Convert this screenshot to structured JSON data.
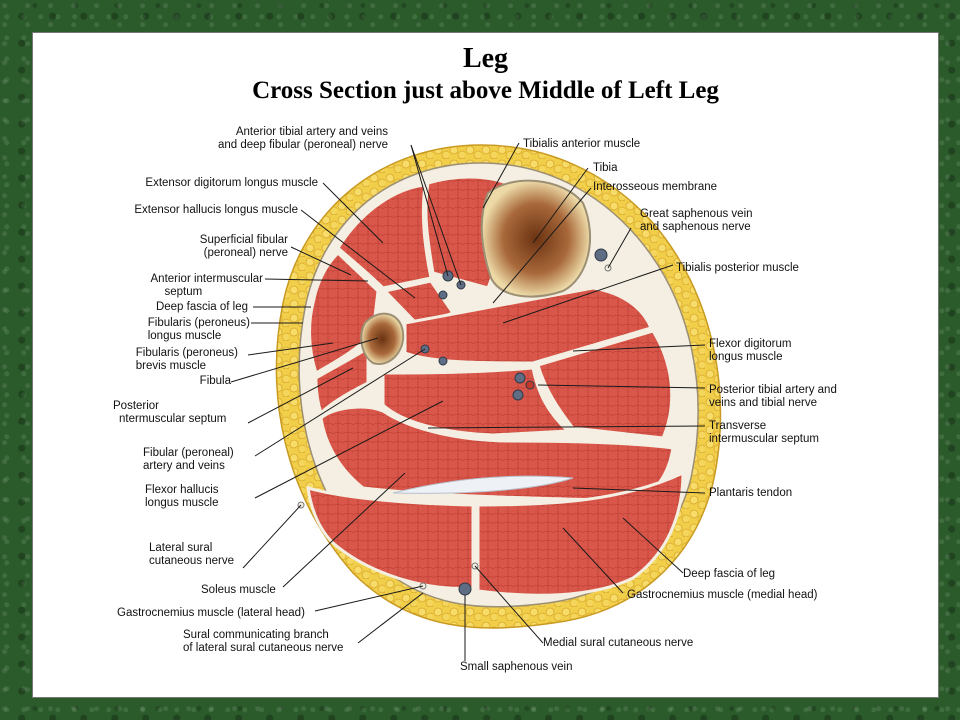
{
  "title": "Leg",
  "subtitle": "Cross Section just above Middle of Left Leg",
  "labels": {
    "anterior_tibial_artery": "Anterior tibial artery and veins",
    "anterior_tibial_artery_2": "and deep fibular (peroneal) nerve",
    "extensor_digitorum": "Extensor digitorum longus muscle",
    "extensor_hallucis": "Extensor hallucis longus muscle",
    "superficial_fibular_nerve": "Superficial fibular",
    "superficial_fibular_nerve_2": "(peroneal) nerve",
    "anterior_intermuscular_septum": "Anterior intermuscular",
    "anterior_intermuscular_septum_2": "septum",
    "deep_fascia_left": "Deep fascia of leg",
    "fibularis_longus": "Fibularis (peroneus)",
    "fibularis_longus_2": "longus muscle",
    "fibularis_brevis": "Fibularis (peroneus)",
    "fibularis_brevis_2": "brevis muscle",
    "fibula": "Fibula",
    "posterior_intermuscular_septum": "Posterior",
    "posterior_intermuscular_septum_2": "ntermuscular septum",
    "fibular_artery": "Fibular (peroneal)",
    "fibular_artery_2": "artery and veins",
    "flexor_hallucis": "Flexor hallucis",
    "flexor_hallucis_2": "longus muscle",
    "lateral_sural_nerve": "Lateral sural",
    "lateral_sural_nerve_2": "cutaneous nerve",
    "soleus": "Soleus muscle",
    "gastrocnemius_lateral": "Gastrocnemius muscle (lateral head)",
    "sural_communicating": "Sural communicating branch",
    "sural_communicating_2": "of lateral sural cutaneous nerve",
    "small_saphenous_vein": "Small saphenous vein",
    "medial_sural_nerve": "Medial sural cutaneous nerve",
    "gastrocnemius_medial": "Gastrocnemius muscle (medial head)",
    "deep_fascia_right": "Deep fascia of leg",
    "plantaris_tendon": "Plantaris tendon",
    "transverse_septum": "Transverse",
    "transverse_septum_2": "intermuscular septum",
    "posterior_tibial_artery": "Posterior tibial artery and",
    "posterior_tibial_artery_2": "veins and tibial nerve",
    "flexor_digitorum": "Flexor digitorum",
    "flexor_digitorum_2": "longus muscle",
    "tibialis_posterior": "Tibialis posterior muscle",
    "great_saphenous_vein": "Great saphenous vein",
    "great_saphenous_vein_2": "and saphenous nerve",
    "interosseous_membrane": "Interosseous membrane",
    "tibia": "Tibia",
    "tibialis_anterior": "Tibialis anterior muscle"
  },
  "colors": {
    "fat": "#f2cf4a",
    "muscle": "#d9574a",
    "muscle_dark": "#b8392f",
    "bone": "#ecd9a6",
    "marrow": "#8a4a1e",
    "fascia": "#f4efe2",
    "vessel": "#5e6d84",
    "line": "#1a1a1a",
    "slide_border": "#2b5a2b"
  }
}
